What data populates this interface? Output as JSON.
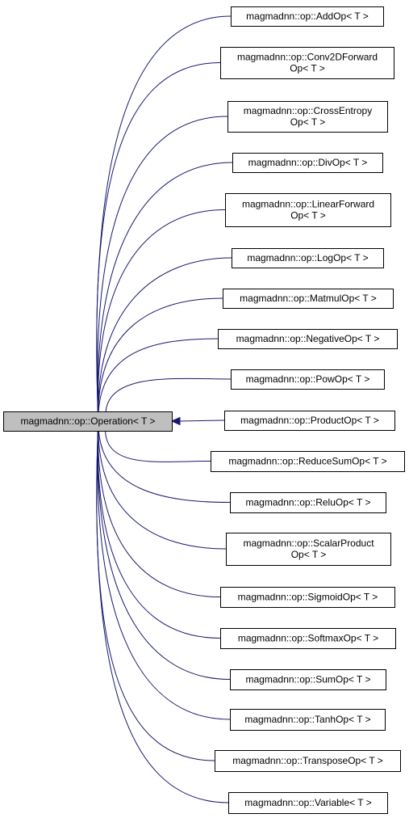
{
  "colors": {
    "edge": "#191970",
    "base_fill": "#bfbfbf",
    "node_fill": "#ffffff",
    "border": "#000000"
  },
  "base": {
    "lines": [
      "magmadnn::op::Operation< T >"
    ]
  },
  "derived": [
    {
      "lines": [
        "magmadnn::op::AddOp< T >"
      ]
    },
    {
      "lines": [
        "magmadnn::op::Conv2DForward",
        "Op< T >"
      ]
    },
    {
      "lines": [
        "magmadnn::op::CrossEntropy",
        "Op< T >"
      ]
    },
    {
      "lines": [
        "magmadnn::op::DivOp< T >"
      ]
    },
    {
      "lines": [
        "magmadnn::op::LinearForward",
        "Op< T >"
      ]
    },
    {
      "lines": [
        "magmadnn::op::LogOp< T >"
      ]
    },
    {
      "lines": [
        "magmadnn::op::MatmulOp< T >"
      ]
    },
    {
      "lines": [
        "magmadnn::op::NegativeOp< T >"
      ]
    },
    {
      "lines": [
        "magmadnn::op::PowOp< T >"
      ]
    },
    {
      "lines": [
        "magmadnn::op::ProductOp< T >"
      ]
    },
    {
      "lines": [
        "magmadnn::op::ReduceSumOp< T >"
      ]
    },
    {
      "lines": [
        "magmadnn::op::ReluOp< T >"
      ]
    },
    {
      "lines": [
        "magmadnn::op::ScalarProduct",
        "Op< T >"
      ]
    },
    {
      "lines": [
        "magmadnn::op::SigmoidOp< T >"
      ]
    },
    {
      "lines": [
        "magmadnn::op::SoftmaxOp< T >"
      ]
    },
    {
      "lines": [
        "magmadnn::op::SumOp< T >"
      ]
    },
    {
      "lines": [
        "magmadnn::op::TanhOp< T >"
      ]
    },
    {
      "lines": [
        "magmadnn::op::TransposeOp< T >"
      ]
    },
    {
      "lines": [
        "magmadnn::op::Variable< T >"
      ]
    }
  ]
}
